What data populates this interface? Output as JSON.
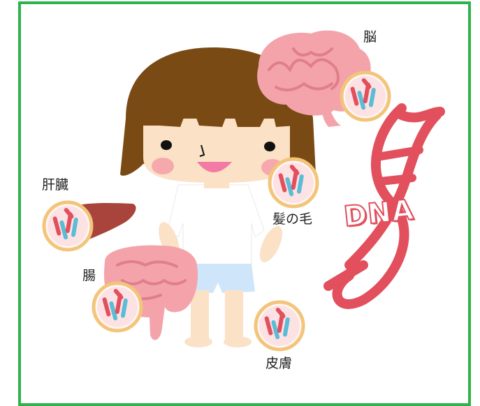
{
  "labels": {
    "brain": "脳",
    "liver": "肝臓",
    "hair": "髪の毛",
    "intestine": "腸",
    "skin": "皮膚"
  },
  "dna_text": "DNA",
  "colors": {
    "frame_border": "#2eb34a",
    "dna_red": "#e24f5d",
    "brain_pink": "#f4a3ab",
    "hair_brown": "#7a4a14",
    "skin": "#fbe1c6",
    "circle_ring": "#f2c57a",
    "shorts": "#cfe6fa"
  }
}
